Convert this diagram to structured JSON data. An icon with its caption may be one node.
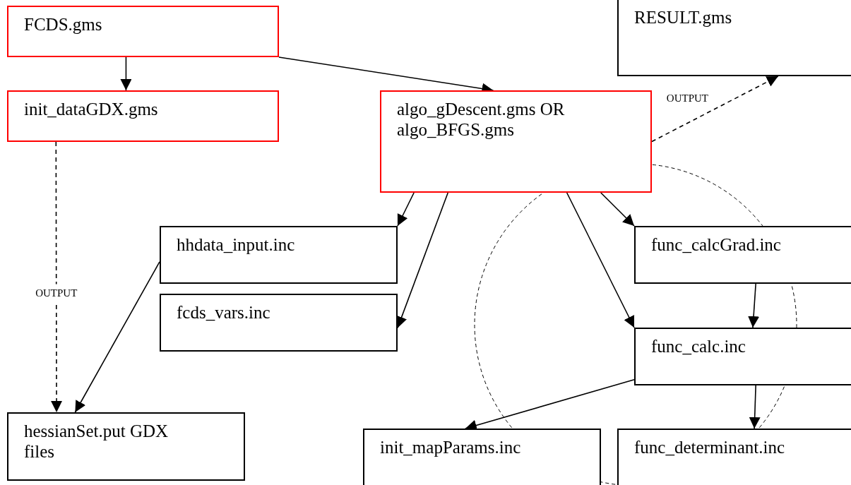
{
  "diagram": {
    "nodes": [
      {
        "text": [
          "FCDS.gms"
        ]
      },
      {
        "text": [
          "init_dataGDX.gms"
        ]
      },
      {
        "text": [
          "algo_gDescent.gms OR algo_BFGS.gms"
        ]
      },
      {
        "text": [
          "RESULT.gms"
        ]
      },
      {
        "text": [
          "hhdata_input.inc"
        ]
      },
      {
        "text": [
          "fcds_vars.inc"
        ]
      },
      {
        "text": [
          "func_calcGrad.inc"
        ]
      },
      {
        "text": [
          "func_calc.inc"
        ]
      },
      {
        "text": [
          "hessianSet.put GDX files"
        ]
      },
      {
        "text": [
          "init_mapParams.inc"
        ]
      },
      {
        "text": [
          "func_determinant.inc"
        ]
      }
    ],
    "edges": [
      {
        "from": 0,
        "to": 1,
        "arrow": "to"
      },
      {
        "from": 0,
        "to": 2,
        "arrow": "to"
      },
      {
        "from": 2,
        "to": 3,
        "arrow": "to",
        "style": "dashed",
        "label": "OUTPUT"
      },
      {
        "from": 1,
        "to": 8,
        "arrow": "to",
        "style": "dashed",
        "label": "OUTPUT"
      },
      {
        "from": 2,
        "to": 4,
        "arrow": "to"
      },
      {
        "from": 2,
        "to": 5,
        "arrow": "to"
      },
      {
        "from": 2,
        "to": 6,
        "arrow": "to"
      },
      {
        "from": 2,
        "to": 7,
        "arrow": "to"
      },
      {
        "from": 6,
        "to": 7,
        "arrow": "to"
      },
      {
        "from": 7,
        "to": 9,
        "arrow": "to"
      },
      {
        "from": 7,
        "to": 10,
        "arrow": "to"
      },
      {
        "from": 4,
        "to": 8,
        "arrow": "to"
      }
    ]
  }
}
